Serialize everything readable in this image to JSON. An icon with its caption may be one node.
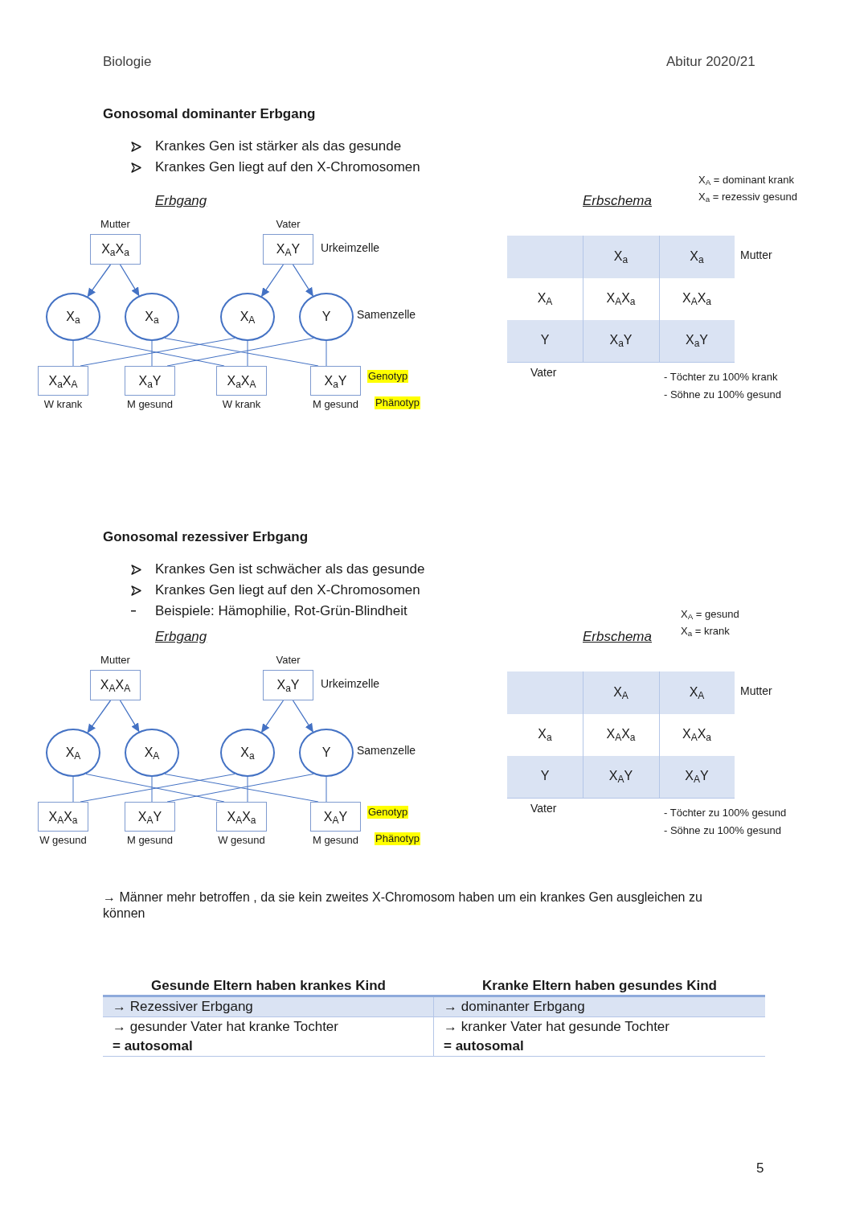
{
  "diagram": {
    "nodes": [
      {
        "text": [
          "X$_{a}$X$_{a}$"
        ],
        "beside": [
          "Mutter"
        ]
      },
      {
        "text": [
          "X$_{A}$Y"
        ],
        "beside": [
          "Vater"
        ]
      },
      {
        "text": [
          "X$_{a}$"
        ]
      },
      {
        "text": [
          "X$_{a}$"
        ]
      },
      {
        "text": [
          "X$_{A}$"
        ]
      },
      {
        "text": [
          "Y"
        ]
      },
      {
        "text": [
          "X$_{a}$X$_{A}$"
        ],
        "beside": [
          "W krank"
        ]
      },
      {
        "text": [
          "X$_{a}$Y"
        ],
        "beside": [
          "M gesund"
        ]
      },
      {
        "text": [
          "X$_{a}$X$_{A}$"
        ],
        "beside": [
          "W krank"
        ]
      },
      {
        "text": [
          "X$_{a}$Y"
        ],
        "beside": [
          "M gesund"
        ]
      },
      {
        "text": [
          "X$_{A}$X$_{A}$"
        ],
        "beside": [
          "Mutter"
        ]
      },
      {
        "text": [
          "X$_{a}$Y"
        ],
        "beside": [
          "Vater"
        ]
      },
      {
        "text": [
          "X$_{A}$"
        ]
      },
      {
        "text": [
          "X$_{A}$"
        ]
      },
      {
        "text": [
          "X$_{a}$"
        ]
      },
      {
        "text": [
          "Y"
        ]
      },
      {
        "text": [
          "X$_{A}$X$_{a}$"
        ],
        "beside": [
          "W gesund"
        ]
      },
      {
        "text": [
          "X$_{A}$Y"
        ],
        "beside": [
          "M gesund"
        ]
      },
      {
        "text": [
          "X$_{A}$X$_{a}$"
        ],
        "beside": [
          "W gesund"
        ]
      },
      {
        "text": [
          "X$_{A}$Y"
        ],
        "beside": [
          "M gesund"
        ]
      }
    ],
    "edges": [
      {
        "from": 0,
        "to": 2,
        "arrow": "to"
      },
      {
        "from": 0,
        "to": 3,
        "arrow": "to"
      },
      {
        "from": 1,
        "to": 4,
        "arrow": "to"
      },
      {
        "from": 1,
        "to": 5,
        "arrow": "to"
      },
      {
        "from": 2,
        "to": 6,
        "arrow": "none"
      },
      {
        "from": 2,
        "to": 8,
        "arrow": "none"
      },
      {
        "from": 3,
        "to": 7,
        "arrow": "none"
      },
      {
        "from": 3,
        "to": 9,
        "arrow": "none"
      },
      {
        "from": 4,
        "to": 6,
        "arrow": "none"
      },
      {
        "from": 4,
        "to": 8,
        "arrow": "none"
      },
      {
        "from": 5,
        "to": 7,
        "arrow": "none"
      },
      {
        "from": 5,
        "to": 9,
        "arrow": "none"
      },
      {
        "from": 10,
        "to": 12,
        "arrow": "to"
      },
      {
        "from": 10,
        "to": 13,
        "arrow": "to"
      },
      {
        "from": 11,
        "to": 14,
        "arrow": "to"
      },
      {
        "from": 11,
        "to": 15,
        "arrow": "to"
      },
      {
        "from": 12,
        "to": 16,
        "arrow": "none"
      },
      {
        "from": 12,
        "to": 18,
        "arrow": "none"
      },
      {
        "from": 13,
        "to": 17,
        "arrow": "none"
      },
      {
        "from": 13,
        "to": 19,
        "arrow": "none"
      },
      {
        "from": 14,
        "to": 16,
        "arrow": "none"
      },
      {
        "from": 14,
        "to": 18,
        "arrow": "none"
      },
      {
        "from": 15,
        "to": 17,
        "arrow": "none"
      },
      {
        "from": 15,
        "to": 19,
        "arrow": "none"
      }
    ],
    "labels": [
      "Biologie",
      "Abitur 2020/21",
      "Gonosomal dominanter Erbgang",
      "Krankes Gen ist stärker als das gesunde",
      "Krankes Gen liegt auf den X-Chromosomen",
      "X$_{A}$ = dominant krank",
      "Erbgang",
      "Erbschema",
      "X$_{a}$ = rezessiv gesund",
      "Urkeimzelle",
      "Samenzelle",
      "Genotyp",
      "Phänotyp",
      "X$_{a}$",
      "X$_{a}$",
      "Mutter",
      "X$_{A}$",
      "X$_{A}$X$_{a}$",
      "X$_{A}$X$_{a}$",
      "Y",
      "X$_{a}$Y",
      "X$_{a}$Y",
      "Vater",
      "- Töchter zu 100% krank",
      "- Söhne zu 100% gesund",
      "Gonosomal rezessiver Erbgang",
      "Krankes Gen ist schwächer als das gesunde",
      "Krankes Gen liegt auf den X-Chromosomen",
      "Beispiele: Hämophilie, Rot-Grün-Blindheit",
      "X$_{A}$ = gesund",
      "Erbgang",
      "Erbschema",
      "X$_{a}$ = krank",
      "Urkeimzelle",
      "Samenzelle",
      "Genotyp",
      "Phänotyp",
      "X$_{A}$",
      "X$_{A}$",
      "Mutter",
      "X$_{a}$",
      "X$_{A}$X$_{a}$",
      "X$_{A}$X$_{a}$",
      "Y",
      "X$_{A}$Y",
      "X$_{A}$Y",
      "Vater",
      "- Töchter zu 100% gesund",
      "- Söhne zu 100% gesund",
      "→ Männer mehr betroffen , da sie kein zweites X-Chromosom haben um ein krankes Gen ausgleichen zu können",
      "Gesunde Eltern haben krankes Kind",
      "Kranke Eltern haben gesundes Kind",
      "→ Rezessiver Erbgang",
      "→ dominanter Erbgang",
      "→ gesunder Vater hat kranke Tochter",
      "= autosomal",
      "→ kranker Vater hat gesunde Tochter",
      "= autosomal",
      "5"
    ]
  }
}
